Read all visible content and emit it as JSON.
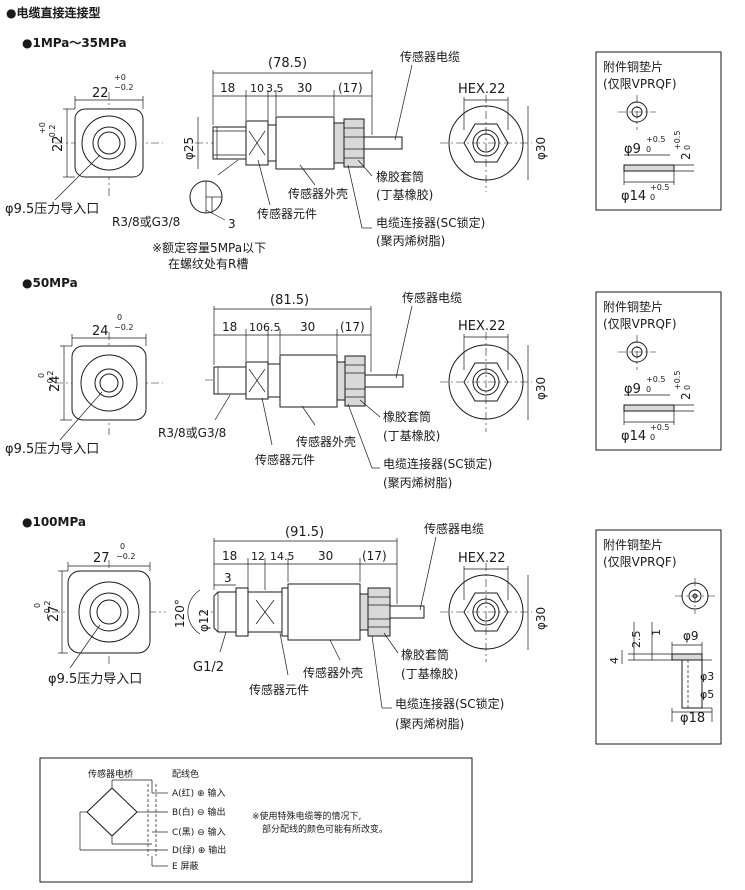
{
  "header": {
    "title": "●电缆直接连接型"
  },
  "sections": [
    {
      "title": "●1MPa～35MPa",
      "front_width": "22",
      "tol_upper": "+0",
      "tol_lower": "−0.2",
      "front_height": "22",
      "inlet_label": "φ9.5压力导入口",
      "overall_length": "(78.5)",
      "dims": [
        "18",
        "10",
        "3.5",
        "30",
        "(17)"
      ],
      "body_dia": "φ25",
      "thread_label": "R3/8或G3/8",
      "groove_dim": "3",
      "note_line1": "※额定容量5MPa以下",
      "note_line2": "在螺纹处有R槽",
      "element_label": "传感器元件",
      "shell_label": "传感器外壳",
      "cable_label": "传感器电缆",
      "sleeve_label": "橡胶套筒",
      "sleeve_material": "(丁基橡胶)",
      "connector_label": "电缆连接器(SC锁定)",
      "connector_material": "(聚丙烯树脂)",
      "hex_label": "HEX.22",
      "side_dia": "φ30",
      "gasket": {
        "title1": "附件铜垫片",
        "title2": "(仅限VPRQF)",
        "inner": "φ9",
        "inner_tol": "+0.5",
        "inner_tol0": "0",
        "thick": "2",
        "thick_tol": "+0.5",
        "thick_tol0": "0",
        "outer": "φ14",
        "outer_tol": "+0.5",
        "outer_tol0": "0"
      }
    },
    {
      "title": "●50MPa",
      "front_width": "24",
      "tol_upper": "0",
      "tol_lower": "−0.2",
      "front_height": "24",
      "inlet_label": "φ9.5压力导入口",
      "overall_length": "(81.5)",
      "dims": [
        "18",
        "10",
        "6.5",
        "30",
        "(17)"
      ],
      "thread_label": "R3/8或G3/8",
      "element_label": "传感器元件",
      "shell_label": "传感器外壳",
      "cable_label": "传感器电缆",
      "sleeve_label": "橡胶套筒",
      "sleeve_material": "(丁基橡胶)",
      "connector_label": "电缆连接器(SC锁定)",
      "connector_material": "(聚丙烯树脂)",
      "hex_label": "HEX.22",
      "side_dia": "φ30",
      "gasket": {
        "title1": "附件铜垫片",
        "title2": "(仅限VPRQF)",
        "inner": "φ9",
        "inner_tol": "+0.5",
        "inner_tol0": "0",
        "thick": "2",
        "thick_tol": "+0.5",
        "thick_tol0": "0",
        "outer": "φ14",
        "outer_tol": "+0.5",
        "outer_tol0": "0"
      }
    },
    {
      "title": "●100MPa",
      "front_width": "27",
      "tol_upper": "0",
      "tol_lower": "−0.2",
      "front_height": "27",
      "inlet_label": "φ9.5压力导入口",
      "overall_length": "(91.5)",
      "dims": [
        "18",
        "12",
        "14.5",
        "30",
        "(17)"
      ],
      "sub_dim": "3",
      "angle": "120°",
      "tip_dia": "φ12",
      "thread_label": "G1/2",
      "element_label": "传感器元件",
      "shell_label": "传感器外壳",
      "cable_label": "传感器电缆",
      "sleeve_label": "橡胶套筒",
      "sleeve_material": "(丁基橡胶)",
      "connector_label": "电缆连接器(SC锁定)",
      "connector_material": "(聚丙烯树脂)",
      "hex_label": "HEX.22",
      "side_dia": "φ30",
      "gasket": {
        "title1": "附件铜垫片",
        "title2": "(仅限VPRQF)",
        "inner": "φ9",
        "d25": "2.5",
        "d1": "1",
        "d4": "4",
        "d3": "φ3",
        "d5": "φ5",
        "outer": "φ18"
      }
    }
  ],
  "wiring": {
    "bridge_label": "传感器电桥",
    "color_header": "配线色",
    "wires": [
      "A(红) ⊕ 输入",
      "B(白) ⊖ 输出",
      "C(黑) ⊖ 输入",
      "D(绿) ⊕ 输出",
      "E 屏蔽"
    ],
    "note_line1": "※使用特殊电缆等的情况下,",
    "note_line2": "部分配线的颜色可能有所改变。"
  }
}
